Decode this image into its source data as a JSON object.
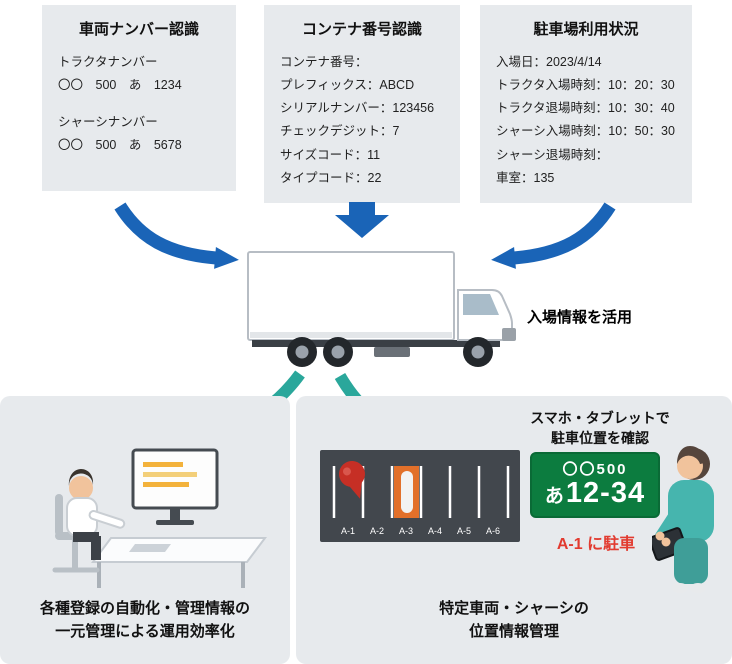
{
  "colors": {
    "panel_gray": "#e7eaed",
    "arrow_blue": "#1a64b7",
    "arrow_teal": "#2aa79b",
    "parking_dark": "#42474d",
    "highlight_orange": "#e2702a",
    "pin_red": "#c62f25",
    "plate_green": "#0c7c3f",
    "alert_red": "#e23b30"
  },
  "boxes": {
    "vehicle": {
      "title": "車両ナンバー認識",
      "lines": [
        "トラクタナンバー",
        "〇〇　500　あ　1234",
        "シャーシナンバー",
        "〇〇　500　あ　5678"
      ]
    },
    "container": {
      "title": "コンテナ番号認識",
      "lines": [
        "コンテナ番号：",
        "プレフィックス：ABCD",
        "シリアルナンバー：123456",
        "チェックデジット：7",
        "サイズコード：11",
        "タイプコード：22"
      ]
    },
    "parking": {
      "title": "駐車場利用状況",
      "lines": [
        "入場日：2023/4/14",
        "トラクタ入場時刻：10：20：30",
        "トラクタ退場時刻：10：30：40",
        "シャーシ入場時刻：10：50：30",
        "シャーシ退場時刻：",
        "車室：135"
      ]
    }
  },
  "center": {
    "caption": "入場情報を活用"
  },
  "bottom_left": {
    "caption_line1": "各種登録の自動化・管理情報の",
    "caption_line2": "一元管理による運用効率化"
  },
  "bottom_right": {
    "note_line1": "スマホ・タブレットで",
    "note_line2": "駐車位置を確認",
    "spots": [
      "A-1",
      "A-2",
      "A-3",
      "A-4",
      "A-5",
      "A-6"
    ],
    "plate_top": "〇〇500",
    "plate_kana": "あ",
    "plate_num": "12-34",
    "parked_text": "A-1 に駐車",
    "caption_line1": "特定車両・シャーシの",
    "caption_line2": "位置情報管理"
  }
}
